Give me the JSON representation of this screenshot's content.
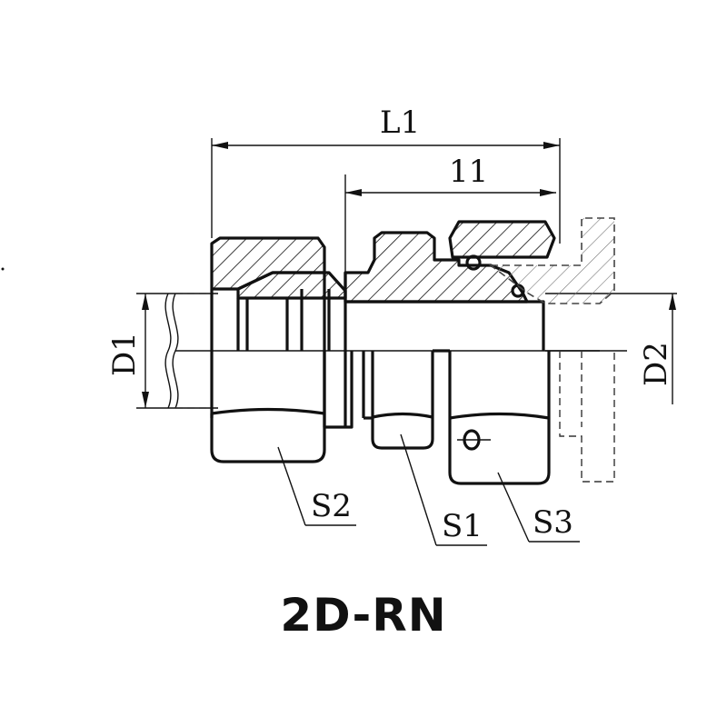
{
  "drawing": {
    "title": "2D-RN",
    "dimensions": {
      "overall_length": "L1",
      "length": "11",
      "diameter_1": "D1",
      "diameter_2": "D2"
    },
    "hex_sizes": {
      "nut_left": "S2",
      "body": "S1",
      "nut_right": "S3"
    }
  }
}
